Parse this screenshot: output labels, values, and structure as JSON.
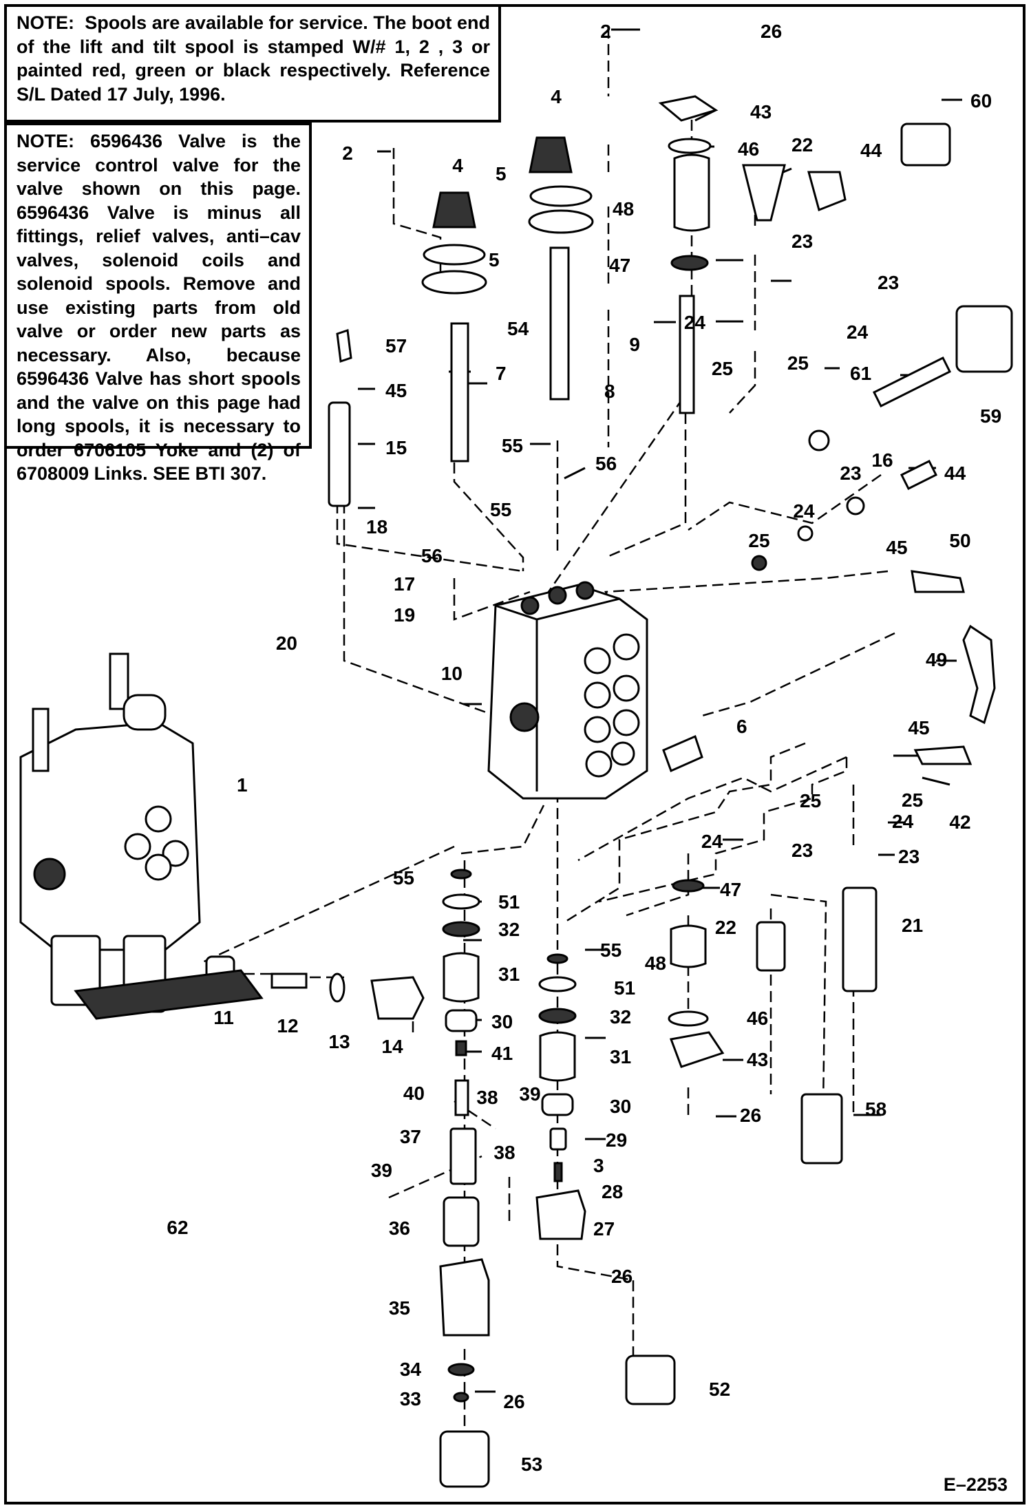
{
  "notes": {
    "note1_label": "NOTE:",
    "note1_text": "Spools are available for service. The boot end of the lift and tilt spool is stamped W/# 1, 2 , 3 or painted red, green or black respectively. Reference S/L Dated 17 July, 1996.",
    "note2_label": "NOTE:",
    "note2_text": "6596436 Valve is the service control valve for the valve shown on this page. 6596436 Valve is minus all fittings, relief valves, anti–cav valves, solenoid coils and solenoid spools. Remove and use existing parts from old valve or order new parts as necessary. Also, because 6596436 Valve has short spools and the valve on this page had long spools, it is necessary to order 6706105 Yoke and (2) of 6708009 Links. SEE BTI 307."
  },
  "callouts": [
    {
      "id": "c2a",
      "label": "2"
    },
    {
      "id": "c2b",
      "label": "2"
    },
    {
      "id": "c26a",
      "label": "26"
    },
    {
      "id": "c43a",
      "label": "43"
    },
    {
      "id": "c60",
      "label": "60"
    },
    {
      "id": "c4a",
      "label": "4"
    },
    {
      "id": "c4b",
      "label": "4"
    },
    {
      "id": "c5a",
      "label": "5"
    },
    {
      "id": "c5b",
      "label": "5"
    },
    {
      "id": "c46a",
      "label": "46"
    },
    {
      "id": "c22a",
      "label": "22"
    },
    {
      "id": "c44a",
      "label": "44"
    },
    {
      "id": "c48a",
      "label": "48"
    },
    {
      "id": "c23a",
      "label": "23"
    },
    {
      "id": "c23b",
      "label": "23"
    },
    {
      "id": "c47a",
      "label": "47"
    },
    {
      "id": "c54",
      "label": "54"
    },
    {
      "id": "c57",
      "label": "57"
    },
    {
      "id": "c24a",
      "label": "24"
    },
    {
      "id": "c24b",
      "label": "24"
    },
    {
      "id": "c9",
      "label": "9"
    },
    {
      "id": "c7",
      "label": "7"
    },
    {
      "id": "c25a",
      "label": "25"
    },
    {
      "id": "c25b",
      "label": "25"
    },
    {
      "id": "c61",
      "label": "61"
    },
    {
      "id": "c45a",
      "label": "45"
    },
    {
      "id": "c8",
      "label": "8"
    },
    {
      "id": "c59",
      "label": "59"
    },
    {
      "id": "c15",
      "label": "15"
    },
    {
      "id": "c55a",
      "label": "55"
    },
    {
      "id": "c16",
      "label": "16"
    },
    {
      "id": "c56a",
      "label": "56"
    },
    {
      "id": "c23c",
      "label": "23"
    },
    {
      "id": "c44b",
      "label": "44"
    },
    {
      "id": "c55b",
      "label": "55"
    },
    {
      "id": "c24c",
      "label": "24"
    },
    {
      "id": "c18",
      "label": "18"
    },
    {
      "id": "c56b",
      "label": "56"
    },
    {
      "id": "c25c",
      "label": "25"
    },
    {
      "id": "c45b",
      "label": "45"
    },
    {
      "id": "c50",
      "label": "50"
    },
    {
      "id": "c17",
      "label": "17"
    },
    {
      "id": "c19",
      "label": "19"
    },
    {
      "id": "c20",
      "label": "20"
    },
    {
      "id": "c10",
      "label": "10"
    },
    {
      "id": "c49",
      "label": "49"
    },
    {
      "id": "c6",
      "label": "6"
    },
    {
      "id": "c45c",
      "label": "45"
    },
    {
      "id": "c1",
      "label": "1"
    },
    {
      "id": "c25d",
      "label": "25"
    },
    {
      "id": "c25e",
      "label": "25"
    },
    {
      "id": "c42",
      "label": "42"
    },
    {
      "id": "c24d",
      "label": "24"
    },
    {
      "id": "c24e",
      "label": "24"
    },
    {
      "id": "c23d",
      "label": "23"
    },
    {
      "id": "c23e",
      "label": "23"
    },
    {
      "id": "c55c",
      "label": "55"
    },
    {
      "id": "c51a",
      "label": "51"
    },
    {
      "id": "c47b",
      "label": "47"
    },
    {
      "id": "c21",
      "label": "21"
    },
    {
      "id": "c32a",
      "label": "32"
    },
    {
      "id": "c22b",
      "label": "22"
    },
    {
      "id": "c55d",
      "label": "55"
    },
    {
      "id": "c48b",
      "label": "48"
    },
    {
      "id": "c31a",
      "label": "31"
    },
    {
      "id": "c51b",
      "label": "51"
    },
    {
      "id": "c11",
      "label": "11"
    },
    {
      "id": "c12",
      "label": "12"
    },
    {
      "id": "c13",
      "label": "13"
    },
    {
      "id": "c14",
      "label": "14"
    },
    {
      "id": "c30a",
      "label": "30"
    },
    {
      "id": "c32b",
      "label": "32"
    },
    {
      "id": "c46b",
      "label": "46"
    },
    {
      "id": "c41",
      "label": "41"
    },
    {
      "id": "c31b",
      "label": "31"
    },
    {
      "id": "c43b",
      "label": "43"
    },
    {
      "id": "c40",
      "label": "40"
    },
    {
      "id": "c38a",
      "label": "38"
    },
    {
      "id": "c39a",
      "label": "39"
    },
    {
      "id": "c30b",
      "label": "30"
    },
    {
      "id": "c58",
      "label": "58"
    },
    {
      "id": "c26b",
      "label": "26"
    },
    {
      "id": "c37",
      "label": "37"
    },
    {
      "id": "c29",
      "label": "29"
    },
    {
      "id": "c38b",
      "label": "38"
    },
    {
      "id": "c39b",
      "label": "39"
    },
    {
      "id": "c3",
      "label": "3"
    },
    {
      "id": "c28",
      "label": "28"
    },
    {
      "id": "c62",
      "label": "62"
    },
    {
      "id": "c36",
      "label": "36"
    },
    {
      "id": "c27",
      "label": "27"
    },
    {
      "id": "c26c",
      "label": "26"
    },
    {
      "id": "c35",
      "label": "35"
    },
    {
      "id": "c34",
      "label": "34"
    },
    {
      "id": "c26d",
      "label": "26"
    },
    {
      "id": "c52",
      "label": "52"
    },
    {
      "id": "c33",
      "label": "33"
    },
    {
      "id": "c53",
      "label": "53"
    }
  ],
  "figure_ref": "E–2253"
}
